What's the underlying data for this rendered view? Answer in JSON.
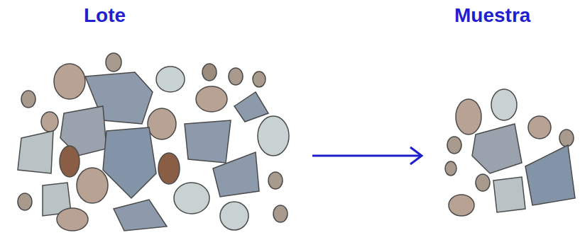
{
  "diagram": {
    "nodes": [
      {
        "text": [
          "Lote"
        ]
      },
      {
        "text": [
          "Muestra"
        ]
      }
    ],
    "edges": [
      {
        "from": 0,
        "to": 1,
        "arrow": "to"
      }
    ]
  }
}
